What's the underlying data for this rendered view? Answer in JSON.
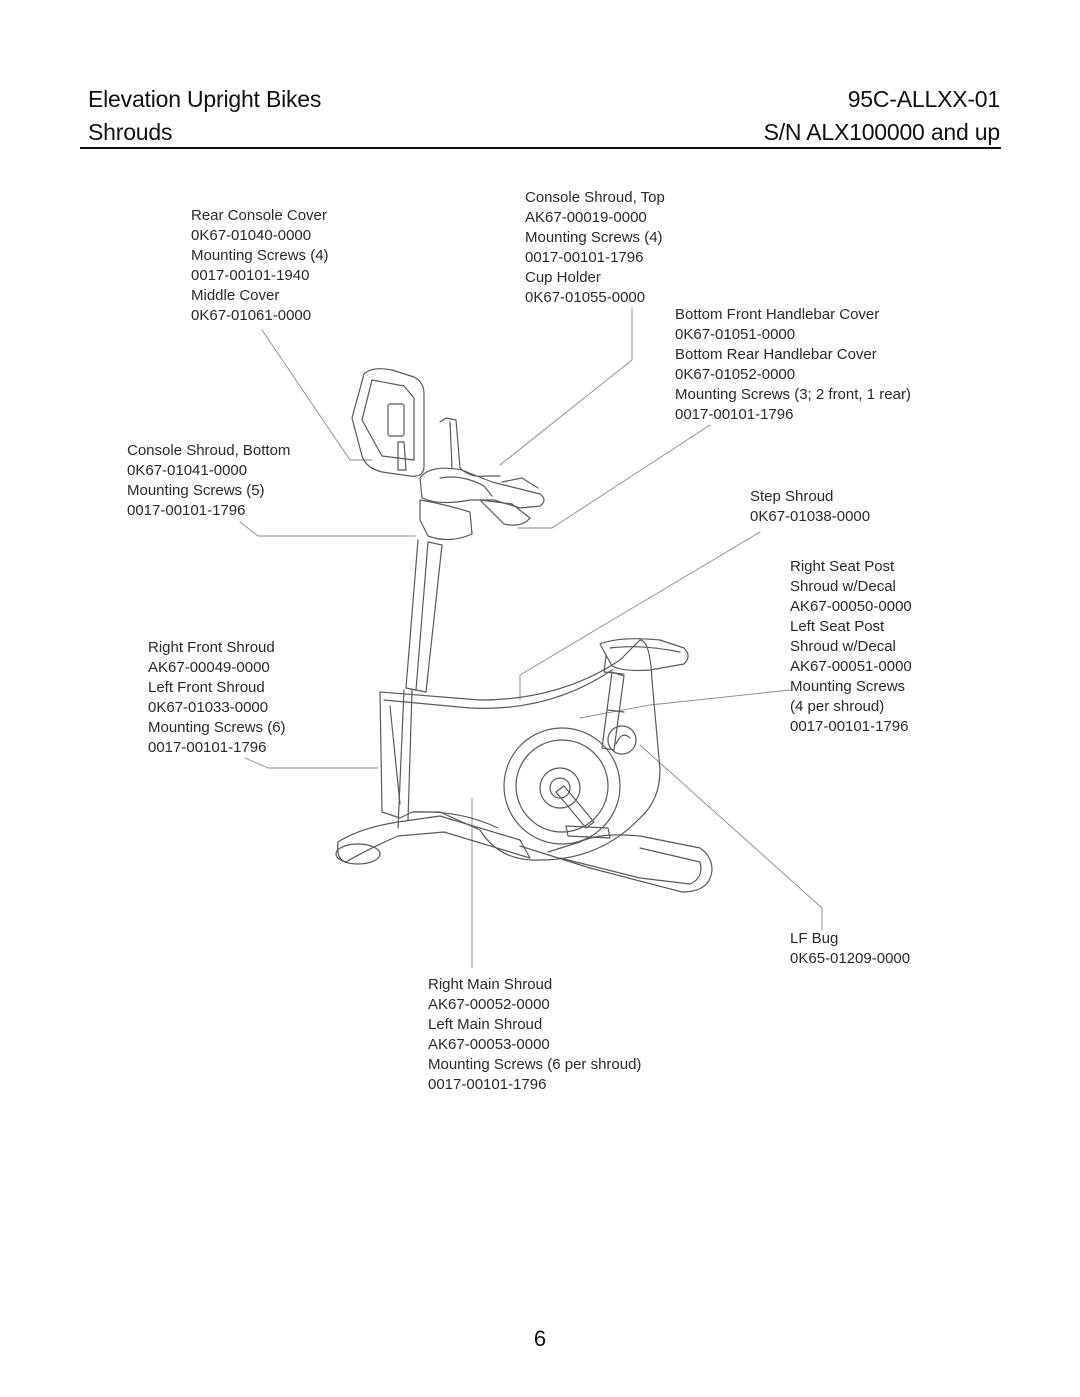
{
  "header": {
    "title": "Elevation Upright Bikes",
    "model": "95C-ALLXX-01",
    "section": "Shrouds",
    "serial": "S/N ALX100000 and up"
  },
  "callouts": {
    "rear_console": [
      "Rear Console Cover",
      "0K67-01040-0000",
      "Mounting Screws (4)",
      "0017-00101-1940",
      "Middle Cover",
      "0K67-01061-0000"
    ],
    "console_top": [
      "Console Shroud, Top",
      "AK67-00019-0000",
      "Mounting Screws (4)",
      "0017-00101-1796",
      "Cup Holder",
      "0K67-01055-0000"
    ],
    "handlebar": [
      "Bottom Front Handlebar Cover",
      "0K67-01051-0000",
      "Bottom Rear Handlebar Cover",
      "0K67-01052-0000",
      "Mounting Screws (3; 2 front, 1 rear)",
      "0017-00101-1796"
    ],
    "console_bottom": [
      "Console Shroud, Bottom",
      "0K67-01041-0000",
      "Mounting Screws (5)",
      "0017-00101-1796"
    ],
    "step": [
      "Step Shroud",
      "0K67-01038-0000"
    ],
    "seat_post": [
      "Right Seat Post",
      "Shroud w/Decal",
      "AK67-00050-0000",
      "Left Seat Post",
      "Shroud w/Decal",
      "AK67-00051-0000",
      "Mounting Screws",
      "(4 per shroud)",
      "0017-00101-1796"
    ],
    "front": [
      "Right Front Shroud",
      "AK67-00049-0000",
      "Left Front Shroud",
      "0K67-01033-0000",
      "Mounting Screws (6)",
      "0017-00101-1796"
    ],
    "lf_bug": [
      "LF Bug",
      "0K65-01209-0000"
    ],
    "main": [
      "Right Main Shroud",
      "AK67-00052-0000",
      "Left Main Shroud",
      "AK67-00053-0000",
      "Mounting Screws (6 per shroud)",
      "0017-00101-1796"
    ]
  },
  "page_number": "6"
}
